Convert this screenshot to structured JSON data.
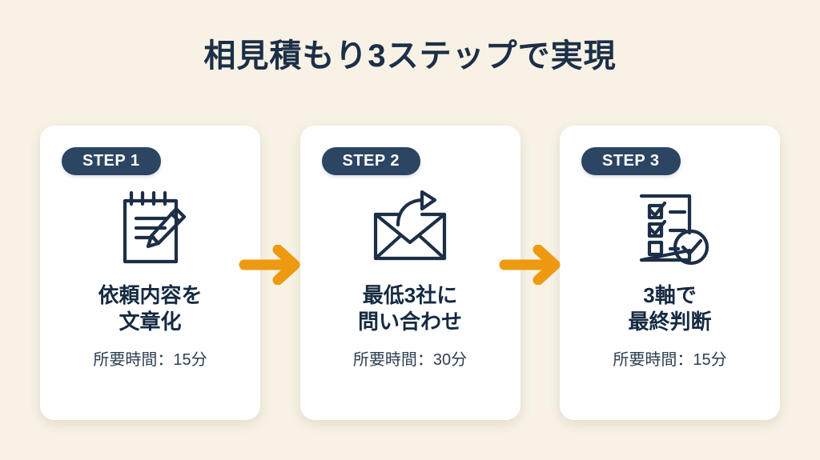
{
  "slide": {
    "title": "相見積もり3ステップで実現",
    "background_color": "#F7F2E5",
    "title_color": "#1C2F47",
    "accent_color": "#ED9A10",
    "badge_color": "#2B4563",
    "card_color": "#FFFFFF"
  },
  "steps": [
    {
      "badge": "STEP 1",
      "icon": "notepad-pencil-icon",
      "heading": "依頼内容を\n文章化",
      "duration": "所要時間：15分"
    },
    {
      "badge": "STEP 2",
      "icon": "envelope-send-icon",
      "heading": "最低3社に\n問い合わせ",
      "duration": "所要時間：30分"
    },
    {
      "badge": "STEP 3",
      "icon": "checklist-approved-icon",
      "heading": "3軸で\n最終判断",
      "duration": "所要時間：15分"
    }
  ],
  "connectors": [
    {
      "icon": "arrow-right-icon"
    },
    {
      "icon": "arrow-right-icon"
    }
  ]
}
